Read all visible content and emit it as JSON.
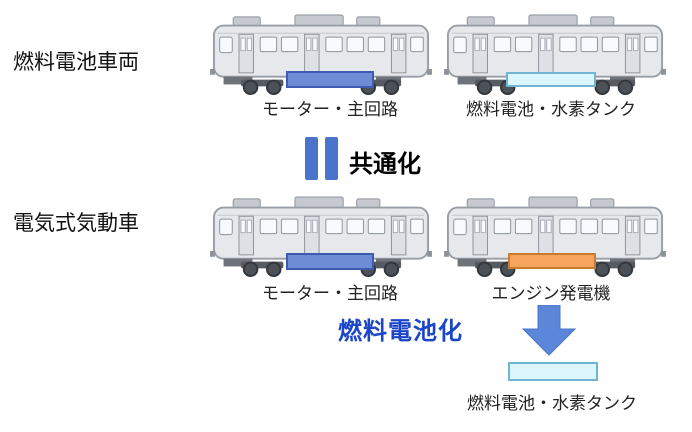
{
  "rows": [
    {
      "name": "fuel-cell-vehicle",
      "label": "燃料電池車両",
      "components": [
        {
          "label": "モーター・主回路",
          "type": "motor"
        },
        {
          "label": "燃料電池・水素タンク",
          "type": "fuel-cell"
        }
      ]
    },
    {
      "name": "electric-diesel-car",
      "label": "電気式気動車",
      "components": [
        {
          "label": "モーター・主回路",
          "type": "motor"
        },
        {
          "label": "エンジン発電機",
          "type": "engine"
        }
      ]
    }
  ],
  "commonization": {
    "label": "共通化"
  },
  "conversion": {
    "label": "燃料電池化",
    "result_label": "燃料電池・水素タンク"
  },
  "colors": {
    "motor_box": "#6e8cd6",
    "motor_box_border": "#3d5cb0",
    "fuel_cell_box": "#dbf6fc",
    "fuel_cell_box_border": "#72b4d4",
    "engine_box": "#f6a55e",
    "engine_box_border": "#c97b2d",
    "equals_bars": "#4a74cc",
    "arrow": "#5c86d9",
    "conversion_text": "#1c46c8",
    "train_body": "#e6e8eb"
  }
}
